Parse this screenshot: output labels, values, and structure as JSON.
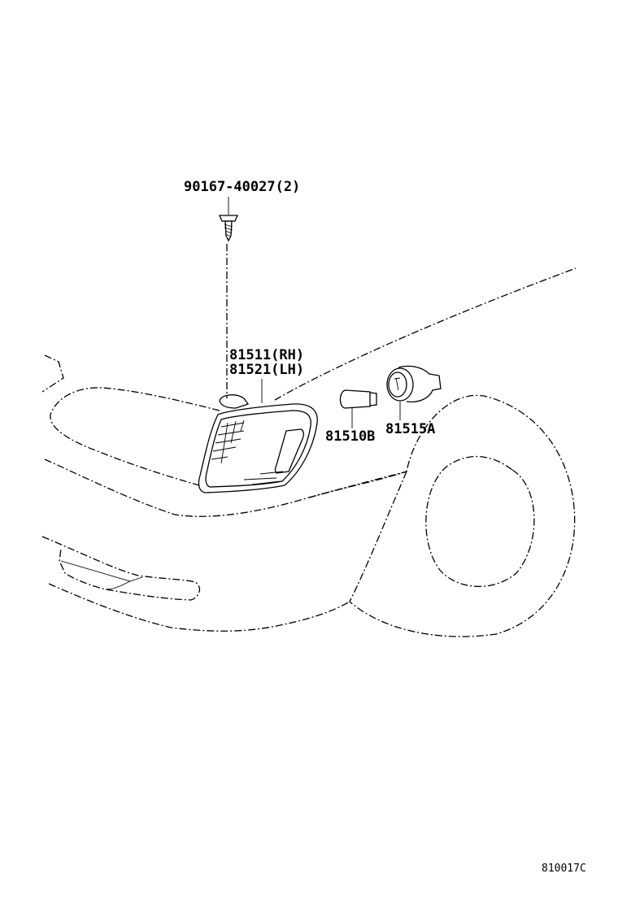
{
  "figure_code": "810017C",
  "parts": [
    {
      "id": "screw",
      "label": "90167-40027(2)",
      "icon": "screw-icon"
    },
    {
      "id": "lamp-rh",
      "label": "81511(RH)",
      "icon": "lamp-assembly-icon"
    },
    {
      "id": "lamp-lh",
      "label": "81521(LH)",
      "icon": "lamp-assembly-icon"
    },
    {
      "id": "bulb",
      "label": "81510B",
      "icon": "bulb-icon"
    },
    {
      "id": "socket",
      "label": "81515A",
      "icon": "socket-icon"
    }
  ]
}
